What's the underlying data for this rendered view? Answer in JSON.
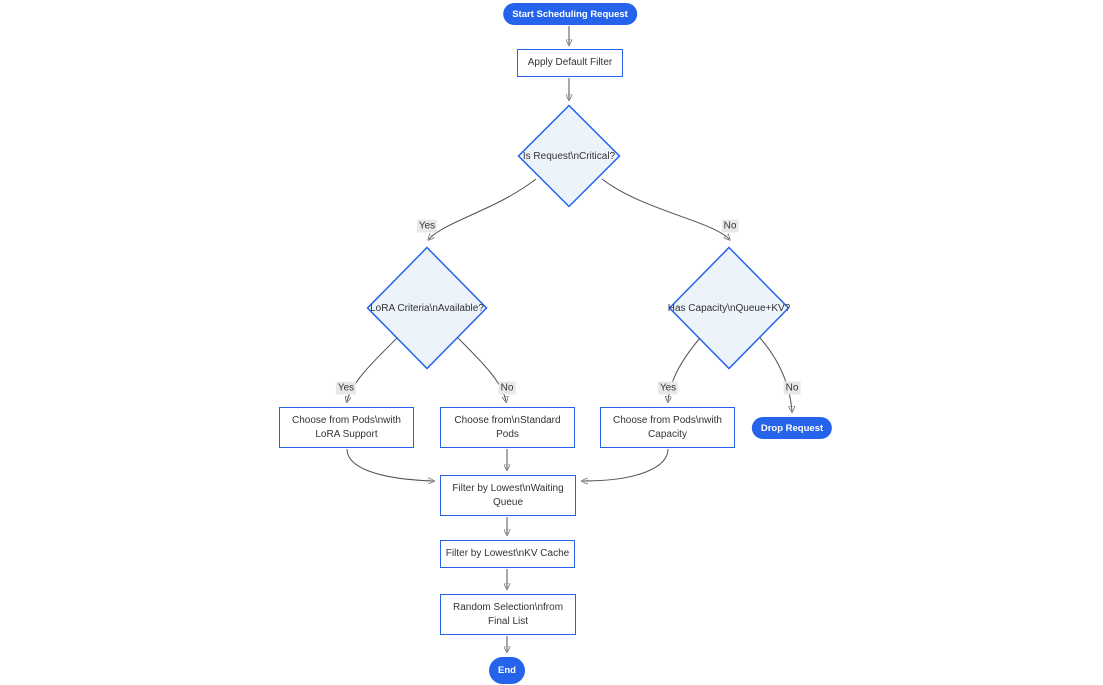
{
  "diagram": {
    "type": "flowchart",
    "direction": "top-down",
    "nodes": {
      "start": {
        "shape": "stadium",
        "lines": [
          "Start Scheduling Request"
        ]
      },
      "apply_filter": {
        "shape": "rect",
        "lines": [
          "Apply Default Filter"
        ]
      },
      "is_critical": {
        "shape": "diamond",
        "lines": [
          "Is Request\\nCritical?"
        ]
      },
      "lora_criteria": {
        "shape": "diamond",
        "lines": [
          "LoRA Criteria\\nAvailable?"
        ]
      },
      "has_capacity": {
        "shape": "diamond",
        "lines": [
          "Has Capacity\\nQueue+KV?"
        ]
      },
      "choose_lora": {
        "shape": "rect",
        "lines": [
          "Choose from Pods\\nwith",
          "LoRA Support"
        ]
      },
      "choose_standard": {
        "shape": "rect",
        "lines": [
          "Choose from\\nStandard",
          "Pods"
        ]
      },
      "choose_capacity": {
        "shape": "rect",
        "lines": [
          "Choose from Pods\\nwith",
          "Capacity"
        ]
      },
      "drop_request": {
        "shape": "stadium",
        "lines": [
          "Drop Request"
        ]
      },
      "filter_waiting": {
        "shape": "rect",
        "lines": [
          "Filter by Lowest\\nWaiting",
          "Queue"
        ]
      },
      "filter_kv": {
        "shape": "rect",
        "lines": [
          "Filter by Lowest\\nKV Cache"
        ]
      },
      "random_selection": {
        "shape": "rect",
        "lines": [
          "Random Selection\\nfrom",
          "Final List"
        ]
      },
      "end": {
        "shape": "stadium",
        "lines": [
          "End"
        ]
      }
    },
    "edges": [
      {
        "from": "start",
        "to": "apply_filter",
        "label": ""
      },
      {
        "from": "apply_filter",
        "to": "is_critical",
        "label": ""
      },
      {
        "from": "is_critical",
        "to": "lora_criteria",
        "label": "Yes"
      },
      {
        "from": "is_critical",
        "to": "has_capacity",
        "label": "No"
      },
      {
        "from": "lora_criteria",
        "to": "choose_lora",
        "label": "Yes"
      },
      {
        "from": "lora_criteria",
        "to": "choose_standard",
        "label": "No"
      },
      {
        "from": "has_capacity",
        "to": "choose_capacity",
        "label": "Yes"
      },
      {
        "from": "has_capacity",
        "to": "drop_request",
        "label": "No"
      },
      {
        "from": "choose_lora",
        "to": "filter_waiting",
        "label": ""
      },
      {
        "from": "choose_standard",
        "to": "filter_waiting",
        "label": ""
      },
      {
        "from": "choose_capacity",
        "to": "filter_waiting",
        "label": ""
      },
      {
        "from": "filter_waiting",
        "to": "filter_kv",
        "label": ""
      },
      {
        "from": "filter_kv",
        "to": "random_selection",
        "label": ""
      },
      {
        "from": "random_selection",
        "to": "end",
        "label": ""
      }
    ],
    "colors": {
      "accent_blue": "#2563eb",
      "node_fill": "#ffffff",
      "decision_fill": "#ecf3fb",
      "edge": "#525252",
      "arrowhead": "#333333",
      "text": "#333333",
      "pill_text": "#ffffff",
      "edge_label_bg": "#e8e8e8"
    }
  }
}
